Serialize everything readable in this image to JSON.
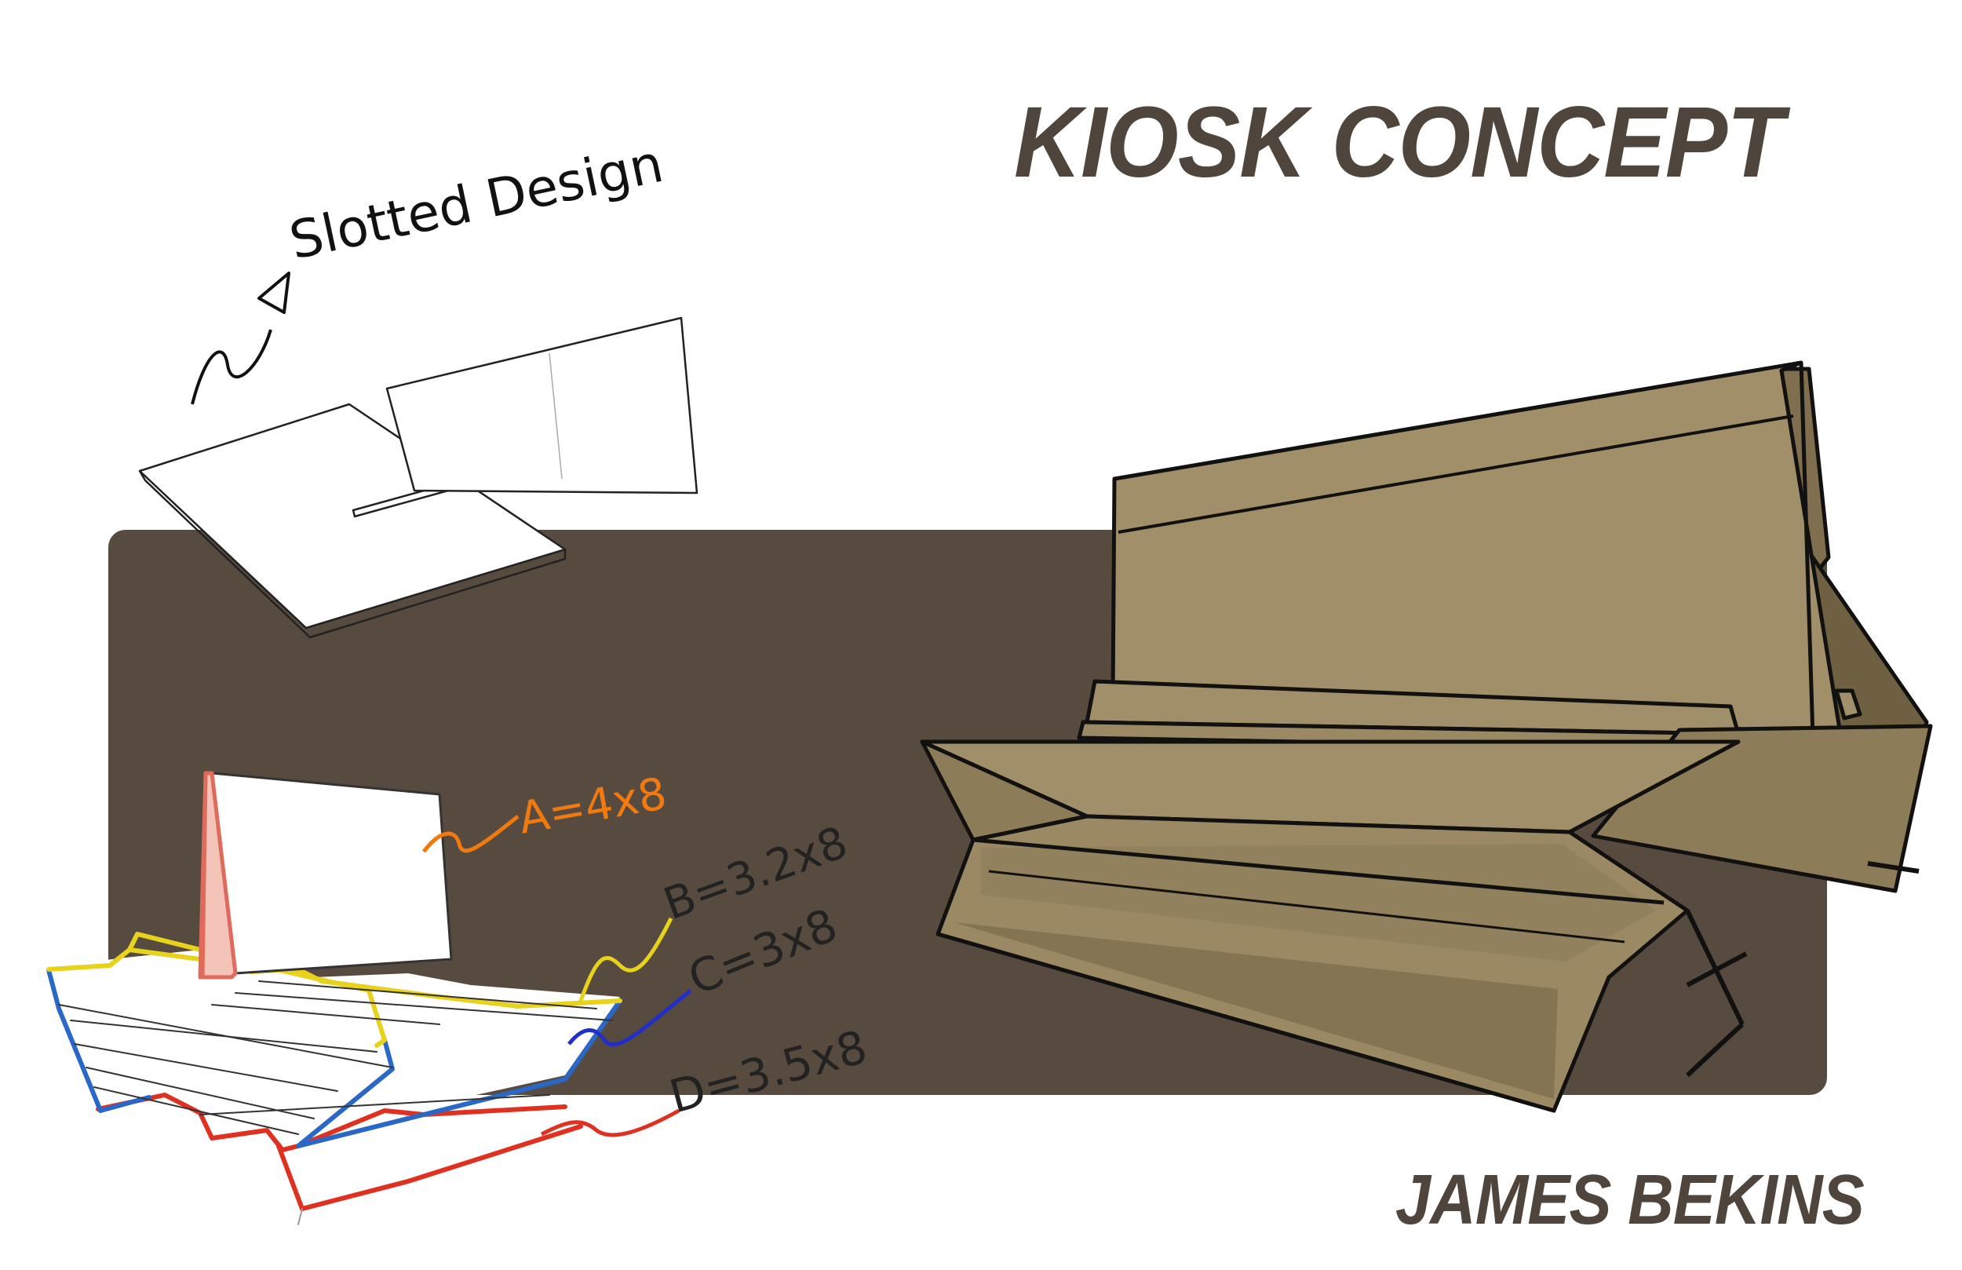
{
  "title": "KIOSK CONCEPT",
  "author": "JAMES BEKINS",
  "annotations": {
    "slotted": "Slotted Design",
    "a": "A=4x8",
    "b": "B=3.2x8",
    "c": "C=3x8",
    "d": "D=3.5x8"
  },
  "colors": {
    "panel": "#574b40",
    "heading": "#4f453c",
    "kiosk": "#a08f68",
    "kiosk_shadow": "#7f6f4e",
    "label_a": "#f07a10",
    "label_b": "#e8d21c",
    "label_c": "#1f2fc8",
    "label_d": "#e03020"
  }
}
